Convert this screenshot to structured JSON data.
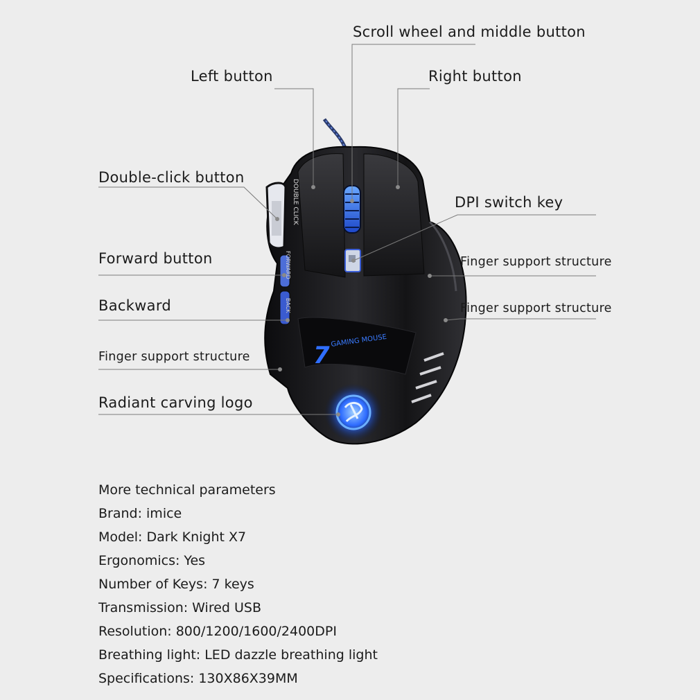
{
  "callouts": {
    "scroll_wheel": "Scroll wheel and middle button",
    "left_button": "Left button",
    "right_button": "Right button",
    "double_click": "Double-click button",
    "dpi_switch": "DPI switch key",
    "forward": "Forward button",
    "finger_support_right_1": "Finger support structure",
    "backward": "Backward",
    "finger_support_right_2": "Finger support structure",
    "finger_support_left": "Finger support structure",
    "logo": "Radiant carving logo"
  },
  "mouse_markings": {
    "double_click": "DOUBLE CLICK",
    "forward": "FORWARD",
    "back": "BACK",
    "brand_number": "7",
    "brand_text": "GAMING MOUSE"
  },
  "params": {
    "heading": "More technical parameters",
    "brand": "Brand: imice",
    "model": "Model: Dark Knight X7",
    "ergonomics": "Ergonomics: Yes",
    "keys": "Number of Keys: 7 keys",
    "transmission": "Transmission: Wired USB",
    "resolution": "Resolution: 800/1200/1600/2400DPI",
    "breathing_light": "Breathing light: LED dazzle breathing light",
    "specifications": "Specifications: 130X86X39MM"
  },
  "colors": {
    "background": "#ededed",
    "mouse_body": "#1a1a1c",
    "led_blue": "#2d7bff",
    "leader_line": "#7a7a7a"
  }
}
